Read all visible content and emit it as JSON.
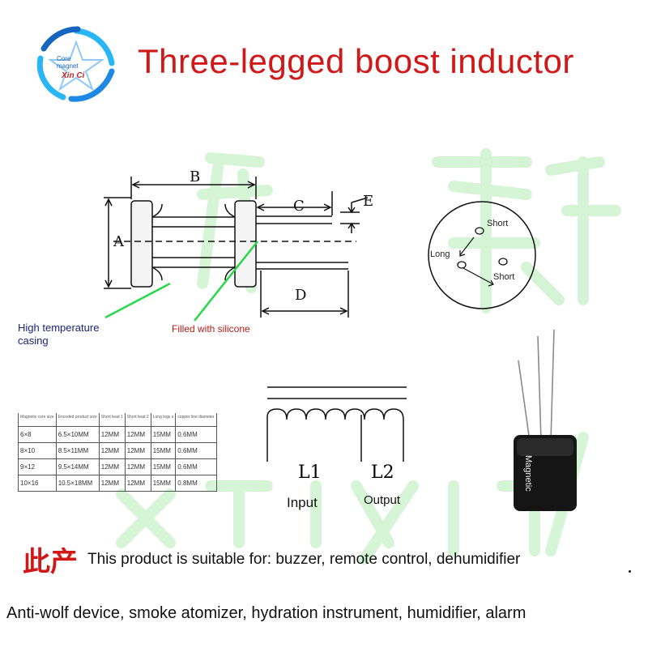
{
  "logo": {
    "core_line1": "Core",
    "core_line2": "magnet",
    "brand": "Xin Ci",
    "icon": "star-logo-icon"
  },
  "title": "Three-legged boost inductor",
  "dimension_labels": {
    "a": "A",
    "b": "B",
    "c": "C",
    "d": "D",
    "e": "E"
  },
  "captions": {
    "casing": "High temperature casing",
    "silicone": "Filled with silicone"
  },
  "pin_diagram": {
    "short_top": "Short",
    "long": "Long",
    "short_bottom": "Short"
  },
  "table": {
    "headers": [
      "Magnetic core size",
      "Encoded product size",
      "Short lead 1",
      "Short lead 2",
      "Long legs s",
      "copper line diameter"
    ],
    "rows": [
      [
        "6×8",
        "6.5×10MM",
        "12MM",
        "12MM",
        "15MM",
        "0.6MM"
      ],
      [
        "8×10",
        "8.5×11MM",
        "12MM",
        "12MM",
        "15MM",
        "0.6MM"
      ],
      [
        "9×12",
        "9.5×14MM",
        "12MM",
        "12MM",
        "15MM",
        "0.6MM"
      ],
      [
        "10×16",
        "10.5×18MM",
        "12MM",
        "12MM",
        "15MM",
        "0.8MM"
      ]
    ]
  },
  "circuit": {
    "l1": "L1",
    "l2": "L2",
    "input": "Input",
    "output": "Output"
  },
  "component_label": "Magnetic",
  "notice": {
    "cn": "此产",
    "suitable": "This product is suitable for: buzzer, remote control, dehumidifier",
    "devices": "Anti-wolf device, smoke atomizer, hydration instrument, humidifier, alarm"
  },
  "colors": {
    "title": "#d01818",
    "watermark": "#c8f0c8",
    "casing_caption": "#1a237e",
    "silicone_caption": "#b71c1c",
    "pointer": "#27d84a"
  }
}
